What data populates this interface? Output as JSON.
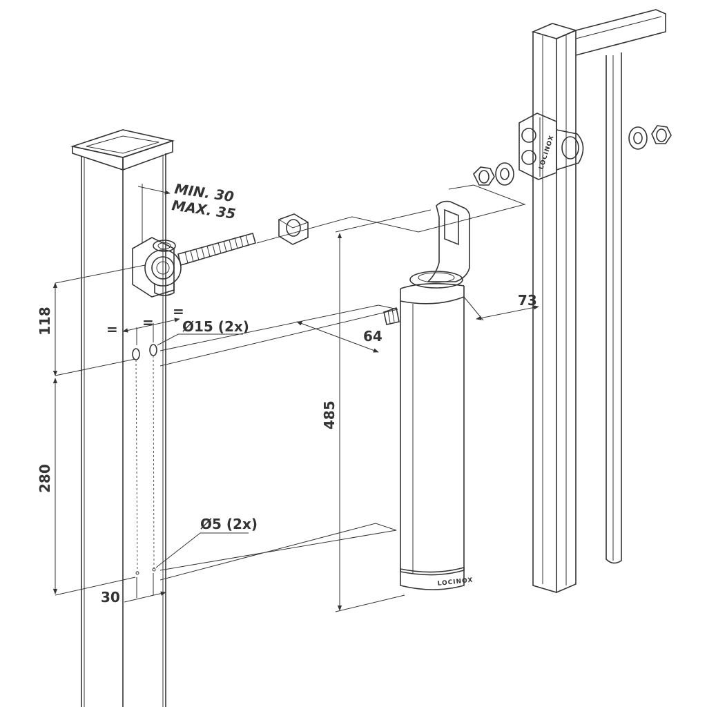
{
  "colors": {
    "line": "#333333",
    "body": "#e6e6e6",
    "cap": "#8a8a8a",
    "highlight": "#ffffff"
  },
  "labels": {
    "min": "MIN. 30",
    "max": "MAX. 35",
    "dim_118": "118",
    "dim_280": "280",
    "dim_30": "30",
    "dim_485": "485",
    "dim_64": "64",
    "dim_73": "73",
    "hole_15": "Ø15 (2x)",
    "hole_5": "Ø5 (2x)",
    "equal_a": "=",
    "equal_b": "=",
    "equal_c": "=",
    "brand_bottom": "LOCINOX",
    "brand_hinge": "LOCINOX"
  }
}
